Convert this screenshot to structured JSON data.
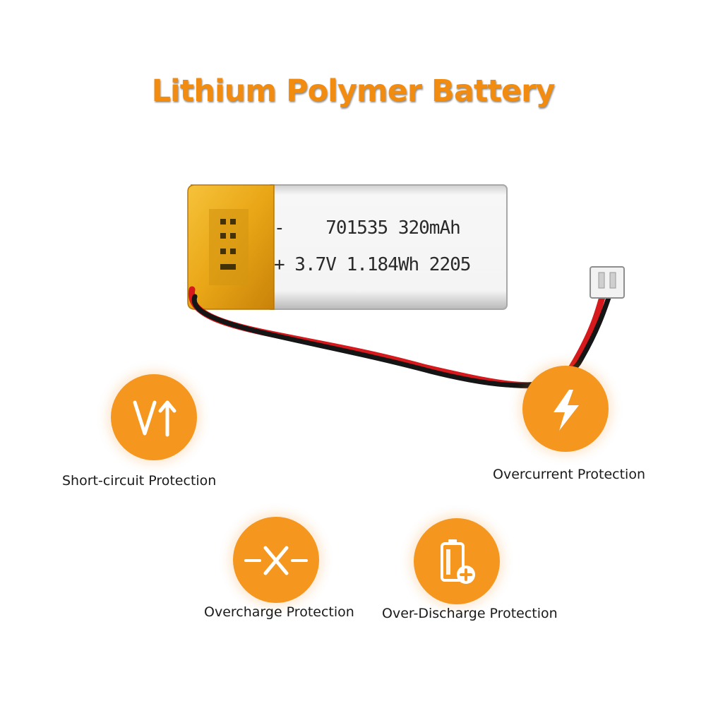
{
  "header": {
    "title": "Lithium Polymer Battery"
  },
  "battery": {
    "label_line1": "-    701535 320mAh",
    "label_line2": "+ 3.7V 1.184Wh 2205"
  },
  "features": [
    {
      "label": "Short-circuit Protection",
      "icon": "voltage-up-icon"
    },
    {
      "label": "Overcurrent Protection",
      "icon": "lightning-bolt-icon"
    },
    {
      "label": "Overcharge Protection",
      "icon": "cross-x-icon"
    },
    {
      "label": "Over-Discharge Protection",
      "icon": "battery-plus-icon"
    }
  ],
  "colors": {
    "accent": "#F5961E",
    "title": "#F28C10",
    "text": "#1a1a1a"
  }
}
